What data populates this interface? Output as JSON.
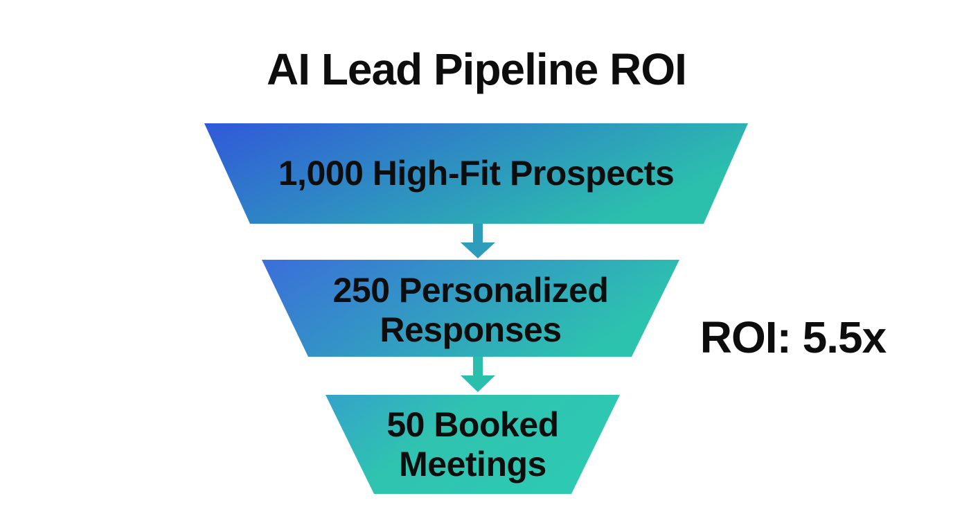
{
  "title": "AI Lead Pipeline ROI",
  "funnel": {
    "stages": [
      {
        "lines": [
          "1,000 High-Fit Prospects"
        ]
      },
      {
        "lines": [
          "250 Personalized",
          "Responses"
        ]
      },
      {
        "lines": [
          "50 Booked",
          "Meetings"
        ]
      }
    ]
  },
  "roi": {
    "label": "ROI: 5.5x"
  },
  "colors": {
    "stage1_gradient_start": "#3158d9",
    "stage1_gradient_end": "#2bc0ac",
    "stage2_gradient_start": "#3a6ed9",
    "stage2_gradient_end": "#2cc3ae",
    "stage3_gradient_start": "#34a2ca",
    "stage3_gradient_mid": "#2fc3b0",
    "stage3_gradient_end": "#2ec9b3",
    "arrow_top": "#2e9dbb",
    "arrow_bottom": "#2abfad",
    "text": "#0d0d0d",
    "background": "#ffffff"
  },
  "chart_data": {
    "type": "funnel",
    "title": "AI Lead Pipeline ROI",
    "stages": [
      {
        "label": "1,000 High-Fit Prospects",
        "value": 1000
      },
      {
        "label": "250 Personalized Responses",
        "value": 250
      },
      {
        "label": "50 Booked Meetings",
        "value": 50
      }
    ],
    "annotation": "ROI: 5.5x",
    "roi_multiplier": 5.5,
    "orientation": "top-down",
    "gradient": [
      "#3158d9",
      "#2bc0ac"
    ]
  }
}
